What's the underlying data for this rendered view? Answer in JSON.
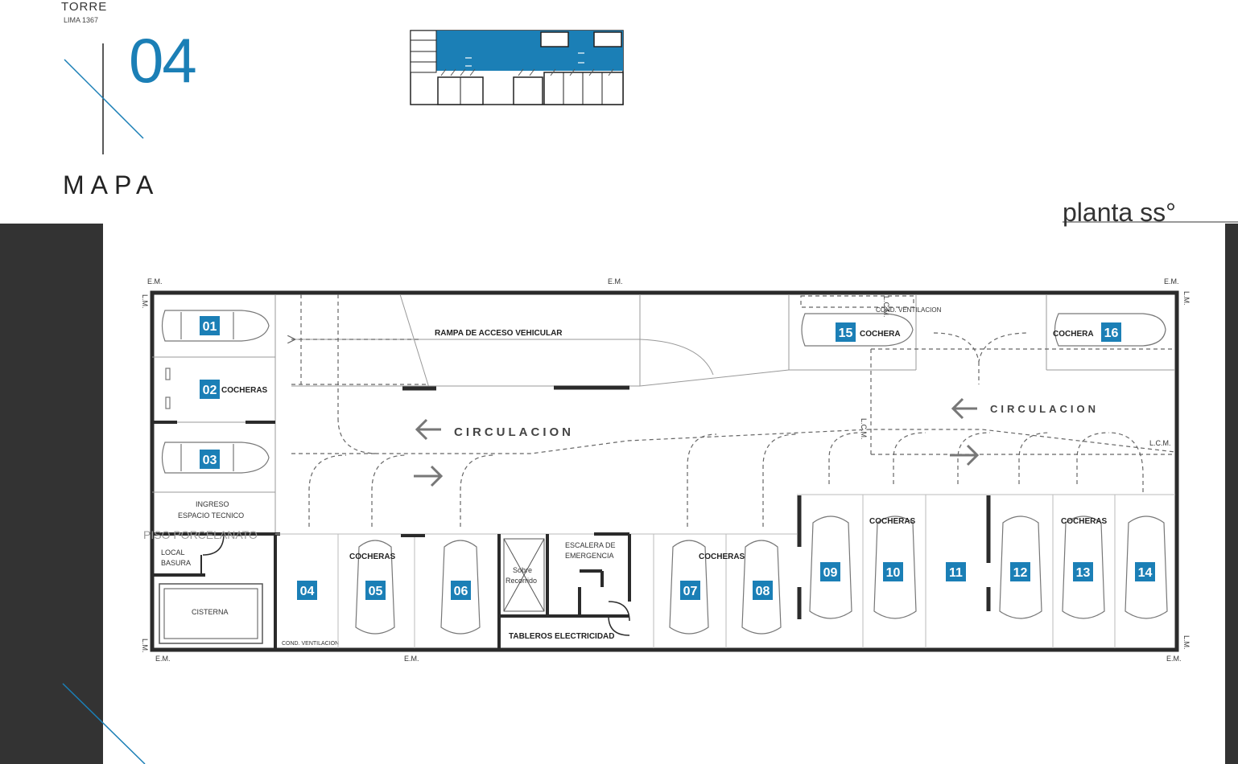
{
  "brand": {
    "torre": "TORRE",
    "address": "LIMA 1367",
    "number": "04",
    "map_label": "MAPA"
  },
  "plan": {
    "title": "planta ss°",
    "labels": {
      "em": "E.M.",
      "lm": "L.M.",
      "lcm": "L.C.M.",
      "ramp": "RAMPA DE ACCESO VEHICULAR",
      "circulacion": "CIRCULACION",
      "cocheras": "COCHERAS",
      "cochera": "COCHERA",
      "cond_ventilacion": "COND. VENTILACION",
      "ingreso": "INGRESO",
      "espacio_tecnico": "ESPACIO TECNICO",
      "piso": "PISO PORCELANATO",
      "local": "LOCAL",
      "basura": "BASURA",
      "cisterna": "CISTERNA",
      "escalera": "ESCALERA DE",
      "emergencia": "EMERGENCIA",
      "sobre": "Sobre",
      "recorrido": "Recorrido",
      "tableros": "TABLEROS ELECTRICIDAD"
    },
    "spaces": [
      "01",
      "02",
      "03",
      "04",
      "05",
      "06",
      "07",
      "08",
      "09",
      "10",
      "11",
      "12",
      "13",
      "14",
      "15",
      "16"
    ]
  },
  "colors": {
    "accent": "#1b7fb6",
    "dark": "#333333",
    "wall": "#2b2b2b"
  }
}
